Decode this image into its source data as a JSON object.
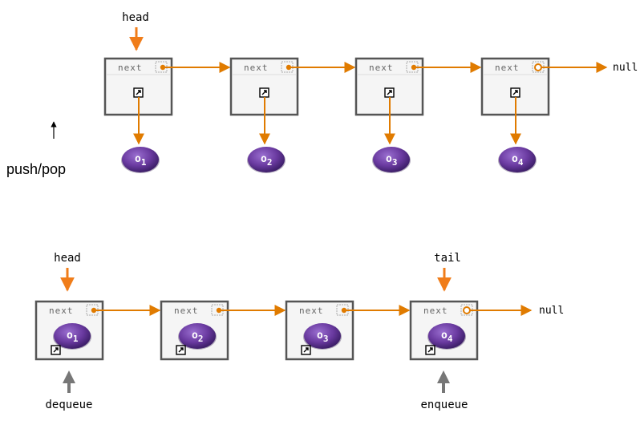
{
  "colors": {
    "arrow": "#e07b00",
    "head_arrow": "#f07d1a",
    "node_fill": "#f5f5f5",
    "node_border": "#555555",
    "object_fill": "#6a3aa0",
    "object_text": "#ffffff",
    "op_arrow": "#777777"
  },
  "stack": {
    "head_label": "head",
    "next_label": "next",
    "null_label": "null",
    "op_label": "push/pop",
    "nodes": [
      {
        "obj_main": "o",
        "obj_sub": "1"
      },
      {
        "obj_main": "o",
        "obj_sub": "2"
      },
      {
        "obj_main": "o",
        "obj_sub": "3"
      },
      {
        "obj_main": "o",
        "obj_sub": "4"
      }
    ]
  },
  "queue": {
    "head_label": "head",
    "tail_label": "tail",
    "next_label": "next",
    "null_label": "null",
    "dequeue_label": "dequeue",
    "enqueue_label": "enqueue",
    "nodes": [
      {
        "obj_main": "o",
        "obj_sub": "1"
      },
      {
        "obj_main": "o",
        "obj_sub": "2"
      },
      {
        "obj_main": "o",
        "obj_sub": "3"
      },
      {
        "obj_main": "o",
        "obj_sub": "4"
      }
    ]
  }
}
